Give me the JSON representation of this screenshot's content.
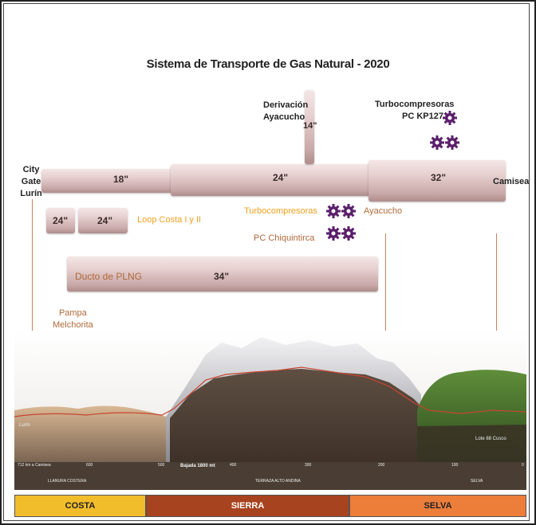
{
  "title": "Sistema de Transporte de Gas Natural - 2020",
  "labels": {
    "city_gate": "City Gate\nLurín",
    "camisea": "Camisea",
    "derivacion": "Derivación\nAyacucho",
    "turbo_kp127": "Turbocompresoras\nPC KP127",
    "loop": "Loop Costa I y II",
    "turbo_chiq": "Turbocompresoras",
    "pc_chiq": "PC Chiquintirca",
    "ayacucho": "Ayacucho",
    "plng": "Ducto de PLNG",
    "pampa": "Pampa\nMelchorita",
    "lurin_small": "Lurín",
    "lote88": "Lote 88 Cusco",
    "bajada": "Bajada 1800 mt"
  },
  "pipes": {
    "d18": "18\"",
    "d24": "24\"",
    "d32": "32\"",
    "d14": "14\"",
    "loop_a": "24\"",
    "loop_b": "24\"",
    "d34": "34\""
  },
  "axis_ticks": [
    "712 km a Camisea",
    "600",
    "500",
    "400",
    "300",
    "200",
    "100",
    "0"
  ],
  "zone_sublabels": [
    "LLANURA COSTERA",
    "TERRAZA ALTO ANDINA",
    "SELVA"
  ],
  "regions": [
    {
      "name": "COSTA",
      "color": "#f2bd2a"
    },
    {
      "name": "SIERRA",
      "color": "#a8431f"
    },
    {
      "name": "SELVA",
      "color": "#ec7e3a"
    }
  ],
  "colors": {
    "gear": "#5b1f6b",
    "pipe": "#dcc1c1",
    "arrow": "#d08060",
    "orange_text": "#f0a020"
  }
}
